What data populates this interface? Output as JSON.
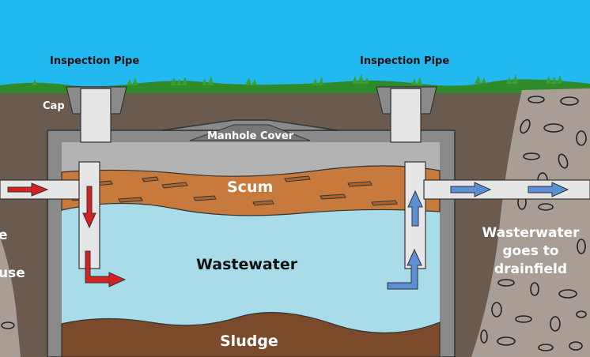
{
  "labels": {
    "inspection_pipe_left": "Inspection Pipe",
    "inspection_pipe_right": "Inspection Pipe",
    "cap": "Cap",
    "manhole_cover": "Manhole Cover",
    "scum": "Scum",
    "wastewater": "Wastewater",
    "sludge": "Sludge",
    "drainfield_line1": "Wasterwater",
    "drainfield_line2": "goes to",
    "drainfield_line3": "drainfield",
    "house_partial_line1": "e",
    "house_partial_line2": "use"
  },
  "colors": {
    "sky": "#22b8f0",
    "grass": "#2f8a2a",
    "soil": "#6b5a4e",
    "gravel": "#a89e96",
    "tank_wall": "#8a8a8a",
    "air_space": "#b3b3b3",
    "scum": "#c87a3c",
    "wastewater": "#a9dce9",
    "sludge": "#7a4a2a",
    "pipe": "#e6e6e6",
    "inflow_arrow": "#d42222",
    "outflow_arrow": "#5b8fd6"
  },
  "icons": {
    "inflow": "red-flow-arrow",
    "outflow": "blue-flow-arrow"
  }
}
